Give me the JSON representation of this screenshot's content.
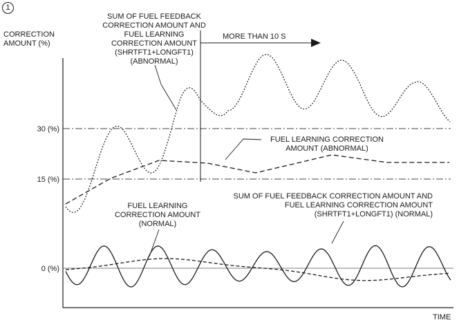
{
  "figure": {
    "number": "1"
  },
  "axes": {
    "ylabel_line1": "CORRECTION",
    "ylabel_line2": "AMOUNT (%)",
    "xlabel": "TIME",
    "ticks": [
      "30 (%)",
      "15 (%)",
      "0 (%)"
    ]
  },
  "annotations": {
    "sum_abnormal": [
      "SUM OF FUEL FEEDBACK",
      "CORRECTION AMOUNT AND",
      "FUEL LEARNING",
      "CORRECTION AMOUNT",
      "(SHRTFT1+LONGFT1)",
      "(ABNORMAL)"
    ],
    "duration": "MORE THAN 10 S",
    "learning_abnormal": [
      "FUEL LEARNING CORRECTION",
      "AMOUNT (ABNORMAL)"
    ],
    "learning_normal": [
      "FUEL LEARNING",
      "CORRECTION AMOUNT",
      "(NORMAL)"
    ],
    "sum_normal": [
      "SUM OF FUEL FEEDBACK CORRECTION AMOUNT AND",
      "FUEL LEARNING CORRECTION AMOUNT",
      "(SHRTFT1+LONGFT1) (NORMAL)"
    ]
  },
  "chart_data": {
    "type": "line",
    "ylabel": "CORRECTION AMOUNT (%)",
    "xlabel": "TIME",
    "yticks": [
      30,
      15,
      0
    ],
    "series": [
      {
        "name": "SUM OF FUEL FEEDBACK CORRECTION AMOUNT AND FUEL LEARNING CORRECTION AMOUNT (SHRTFT1+LONGFT1) (ABNORMAL)",
        "style": "dotted"
      },
      {
        "name": "FUEL LEARNING CORRECTION AMOUNT (ABNORMAL)",
        "style": "dashed"
      },
      {
        "name": "FUEL LEARNING CORRECTION AMOUNT (NORMAL)",
        "style": "dashed"
      },
      {
        "name": "SUM OF FUEL FEEDBACK CORRECTION AMOUNT AND FUEL LEARNING CORRECTION AMOUNT (SHRTFT1+LONGFT1) (NORMAL)",
        "style": "solid"
      }
    ],
    "reference_lines": [
      "30 (%)",
      "15 (%)",
      "0 (%)"
    ],
    "marker": "MORE THAN 10 S"
  }
}
